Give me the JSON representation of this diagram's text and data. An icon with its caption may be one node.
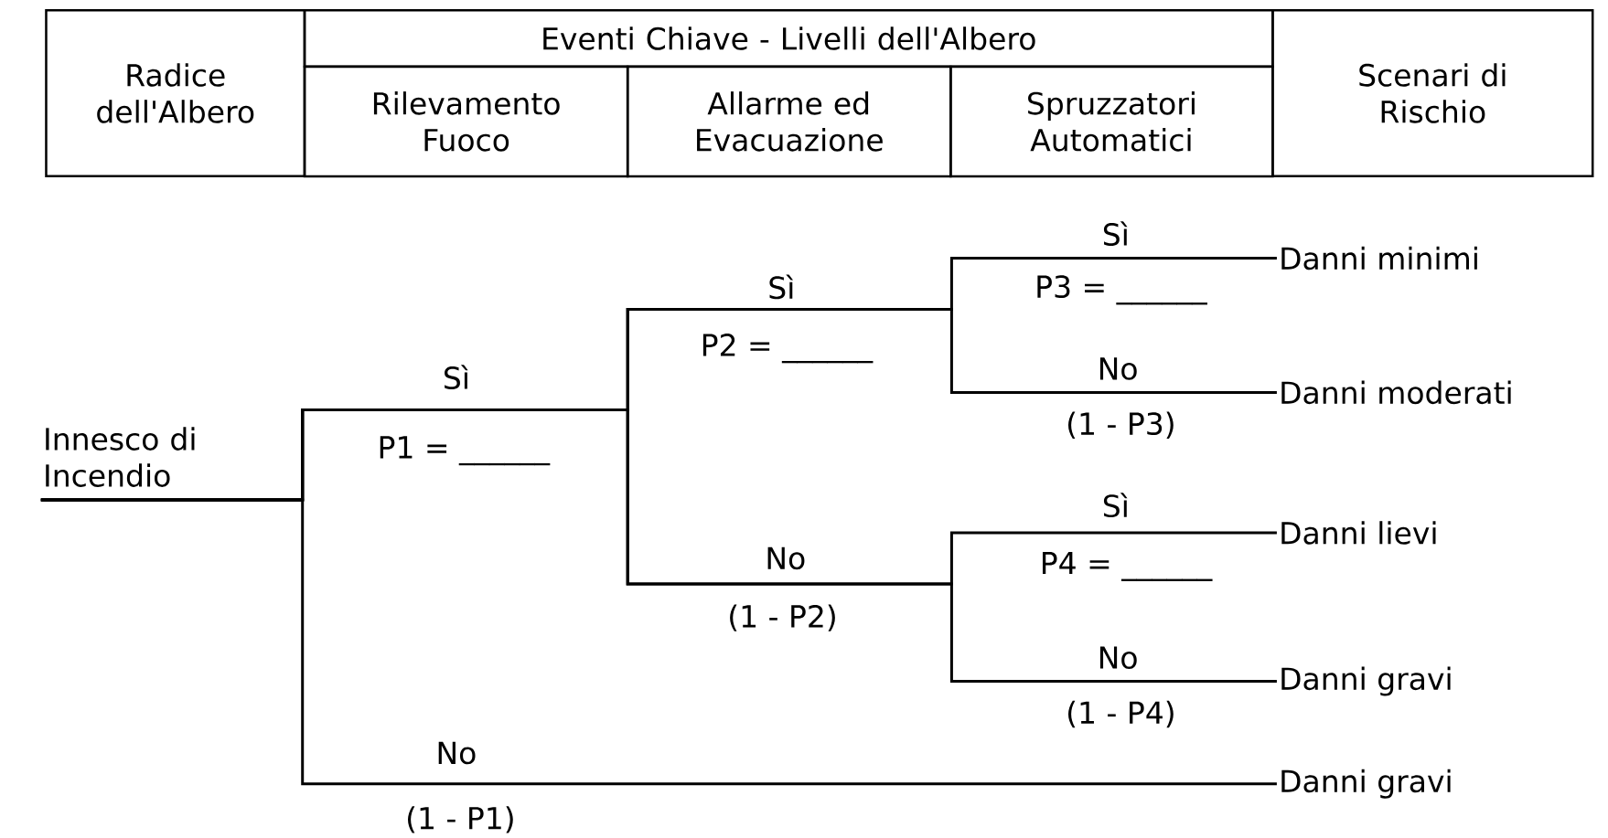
{
  "diagram": {
    "nodes": [
      {
        "text": [
          "Innesco di Incendio"
        ]
      },
      {
        "text": [
          "Danni minimi"
        ]
      },
      {
        "text": [
          "Danni moderati"
        ]
      },
      {
        "text": [
          "Danni lievi"
        ]
      },
      {
        "text": [
          "Danni gravi"
        ]
      },
      {
        "text": [
          "Danni gravi"
        ]
      }
    ],
    "edges": [
      {
        "from": 0,
        "to": 1,
        "arrow": "none"
      },
      {
        "from": 0,
        "to": 2,
        "arrow": "none"
      },
      {
        "from": 0,
        "to": 3,
        "arrow": "none"
      },
      {
        "from": 0,
        "to": 4,
        "arrow": "none"
      },
      {
        "from": 0,
        "to": 5,
        "arrow": "none"
      }
    ],
    "labels": [
      "Radice dell'Albero",
      "Eventi Chiave - Livelli dell'Albero",
      "Scenari di Rischio",
      "Rilevamento Fuoco",
      "Allarme ed Evacuazione",
      "Spruzzatori Automatici",
      "Sì",
      "P3 = ______",
      "Sì",
      "P2 = ______",
      "No",
      "(1 - P3)",
      "Sì",
      "P1 = ______",
      "Sì",
      "P4 = ______",
      "No",
      "(1 - P2)",
      "No",
      "(1 - P4)",
      "No",
      "(1 - P1)"
    ]
  }
}
